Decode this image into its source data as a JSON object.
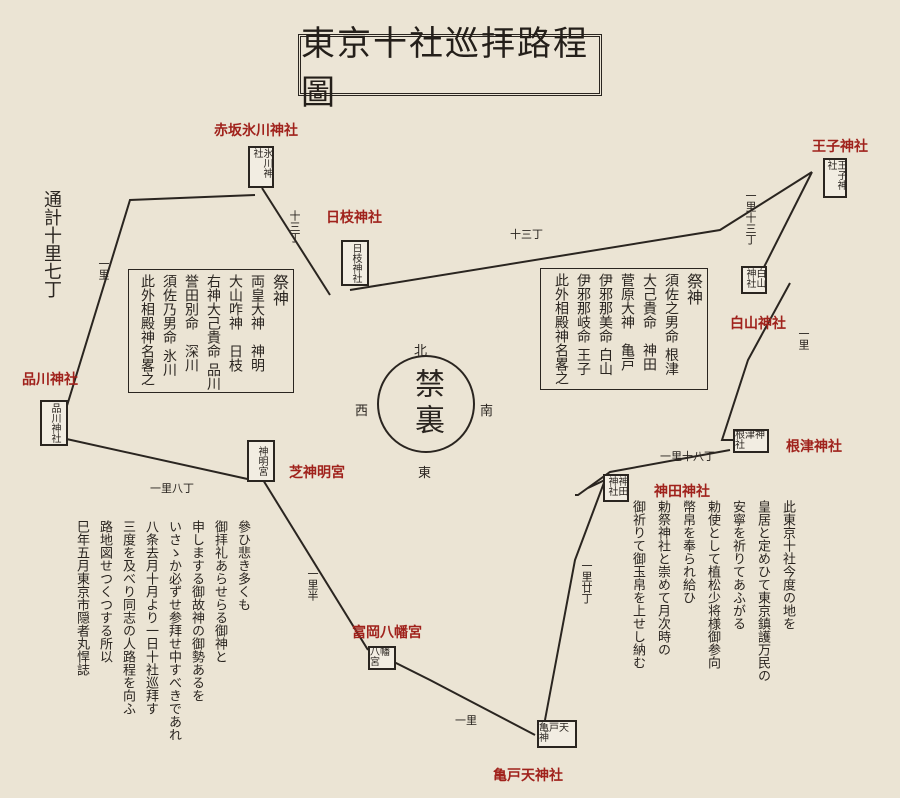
{
  "title": "東京十社巡拝路程圖",
  "center": {
    "text": "禁裏"
  },
  "compass": {
    "north": "北",
    "south": "南",
    "east": "東",
    "west": "西"
  },
  "total_distance": "通計十里七丁",
  "shrines": [
    {
      "id": "akasaka",
      "label": "赤坂氷川神社",
      "stamp": "氷川神社"
    },
    {
      "id": "hie",
      "label": "日枝神社",
      "stamp": "日枝神社"
    },
    {
      "id": "oji",
      "label": "王子神社",
      "stamp": "王子神社"
    },
    {
      "id": "hakusan",
      "label": "白山神社",
      "stamp": "白山神社"
    },
    {
      "id": "nezu",
      "label": "根津神社",
      "stamp": "根津神社"
    },
    {
      "id": "kanda",
      "label": "神田神社",
      "stamp": "神田神社"
    },
    {
      "id": "kameido",
      "label": "亀戸天神社",
      "stamp": "亀戸天神"
    },
    {
      "id": "tomioka",
      "label": "富岡八幡宮",
      "stamp": "八幡宮"
    },
    {
      "id": "shiba",
      "label": "芝神明宮",
      "stamp": "神明宮"
    },
    {
      "id": "shinagawa",
      "label": "品川神社",
      "stamp": "品川神社"
    }
  ],
  "deity_left": {
    "heading": "祭神",
    "columns": [
      "両皇大神　神明",
      "大山咋神　日枝",
      "右神大己貴命 品川",
      "誉田別命　深川",
      "須佐乃男命 氷川",
      "此外相殿神名畧之"
    ]
  },
  "deity_right": {
    "heading": "祭神",
    "columns": [
      "須佐之男命 根津",
      "大己貴命　神田",
      "菅原大神　亀戸",
      "伊邪那美命 白山",
      "伊邪那岐命 王子",
      "此外相殿神名畧之"
    ]
  },
  "distances": [
    "一里",
    "十三丁",
    "十三丁",
    "一里十三丁",
    "一里",
    "一里十八丁",
    "一里廿丁",
    "一里",
    "一里半",
    "一里八丁"
  ],
  "note_left": [
    "參ひ悲き多くも",
    "御拝礼あらせらる御神と",
    "申しまする御故神の御勢あるを",
    "いさゝか必ずせ参拜せ中すべきであれ",
    "八条去月十月より一日十社巡拜す",
    "三度を及べり同志の人路程を向ふ",
    "路地図せつくつする所以",
    "巳年五月東京市隠者丸悍誌"
  ],
  "note_right": [
    "此東京十社今度の地を",
    "皇居と定めひて東京鎮護万民の",
    "安寧を祈りてあふがる",
    "勅使として植松少将様御参向",
    "幣帛を奉られ給ひ",
    "勅祭神社と崇めて月次時の",
    "御祈りて御玉帛を上せし納む"
  ]
}
